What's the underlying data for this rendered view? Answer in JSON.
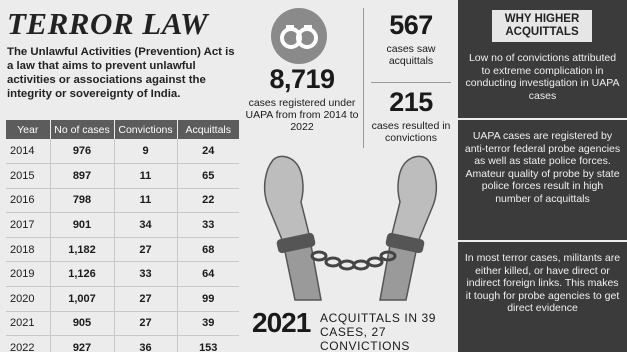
{
  "header": {
    "title": "TERROR LAW",
    "intro": "The Unlawful Activities (Prevention) Act is a law that aims to prevent unlawful activities or associations against the integrity or sovereignty of India."
  },
  "table": {
    "columns": [
      "Year",
      "No of cases",
      "Convictions",
      "Acquittals"
    ],
    "rows": [
      [
        "2014",
        "976",
        "9",
        "24"
      ],
      [
        "2015",
        "897",
        "11",
        "65"
      ],
      [
        "2016",
        "798",
        "11",
        "22"
      ],
      [
        "2017",
        "901",
        "34",
        "33"
      ],
      [
        "2018",
        "1,182",
        "27",
        "68"
      ],
      [
        "2019",
        "1,126",
        "33",
        "64"
      ],
      [
        "2020",
        "1,007",
        "27",
        "99"
      ],
      [
        "2021",
        "905",
        "27",
        "39"
      ],
      [
        "2022",
        "927",
        "36",
        "153"
      ]
    ]
  },
  "stats": {
    "registered_value": "8,719",
    "registered_caption": "cases registered under UAPA from from 2014 to 2022",
    "acquittal_value": "567",
    "acquittal_caption": "cases saw acquittals",
    "conviction_value": "215",
    "conviction_caption": "cases resulted in convictions"
  },
  "bottom": {
    "year": "2021",
    "text": "ACQUITTALS IN 39 CASES, 27 CONVICTIONS"
  },
  "sidebar": {
    "heading": "WHY HIGHER ACQUITTALS",
    "points": [
      "Low no of convictions attributed to extreme complication in conducting investigation in UAPA cases",
      "UAPA cases are registered by anti-terror federal probe agencies as well as state police forces. Amateur quality of probe by state police forces result in high number of acquittals",
      "In most terror cases, militants are either killed, or have direct or indirect foreign links. This makes it tough for probe agencies to get direct evidence"
    ]
  },
  "colors": {
    "sidebar_bg": "#3b3b3b",
    "table_header_bg": "#5c5c5c",
    "page_bg": "#ececec"
  }
}
